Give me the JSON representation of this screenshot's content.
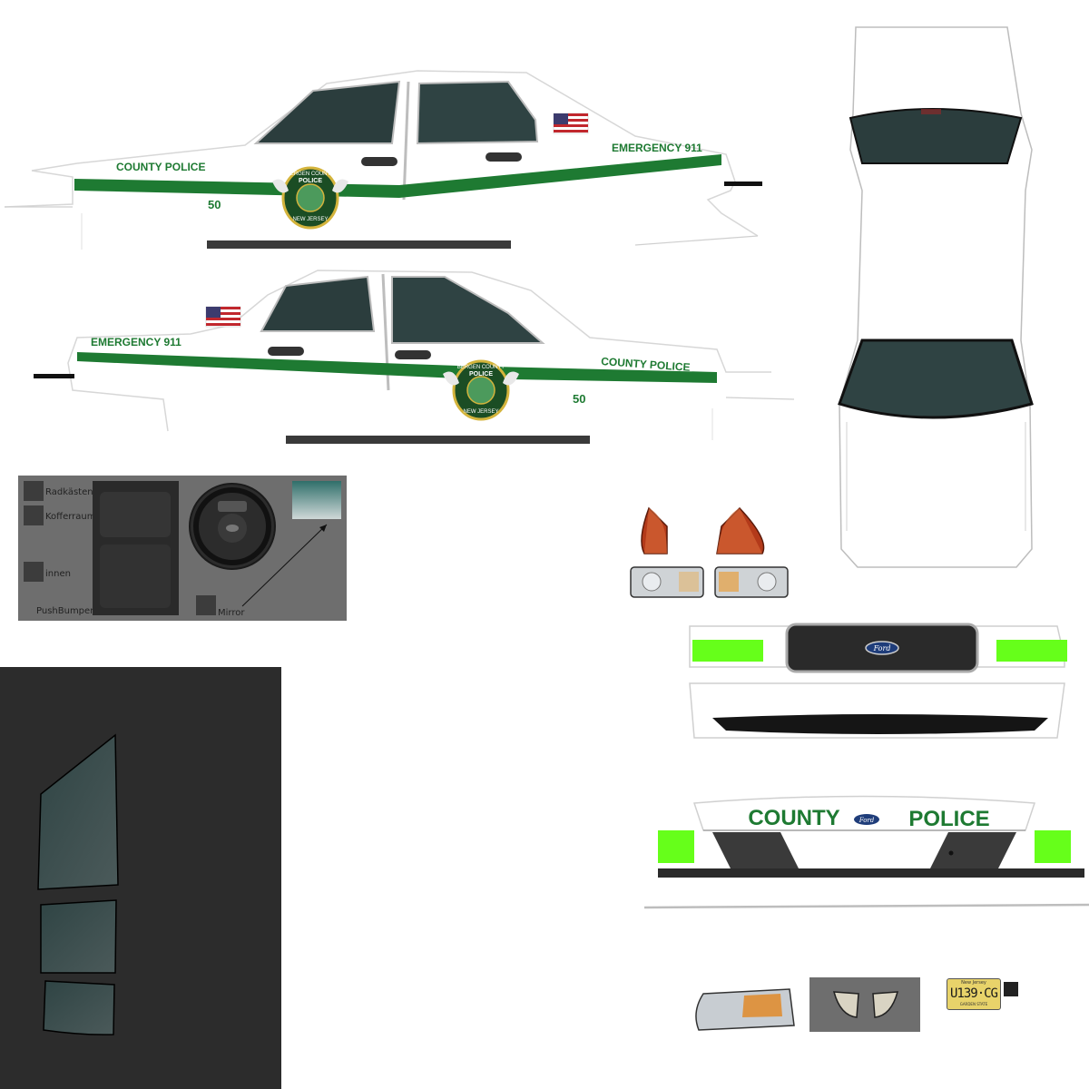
{
  "side_left": {
    "county_label": "COUNTY POLICE",
    "emergency_label": "EMERGENCY 911",
    "unit_number": "50"
  },
  "side_right": {
    "county_label": "COUNTY POLICE",
    "emergency_label": "EMERGENCY 911",
    "unit_number": "50"
  },
  "badge": {
    "top_text": "BERGEN COUNTY",
    "middle_text": "POLICE",
    "bottom_text": "NEW JERSEY"
  },
  "material_panel": {
    "labels": {
      "wheel_arches": "Radkästen",
      "trunk": "Kofferraum",
      "interior": "innen",
      "push_bumper": "PushBumper",
      "mirror": "Mirror"
    }
  },
  "front": {
    "grille_logo": "Ford"
  },
  "rear": {
    "county_text": "COUNTY",
    "police_text": "POLICE",
    "logo": "Ford"
  },
  "license_plate": {
    "number": "U139·CG",
    "top_text": "New Jersey",
    "bottom_text": "GARDEN STATE"
  },
  "colors": {
    "livery_green": "#1e7a32",
    "glass": "#2b3d3d",
    "marker_green": "#66ff1a",
    "panel_gray": "#6e6e6e",
    "dark_area": "#2c2c2c"
  }
}
